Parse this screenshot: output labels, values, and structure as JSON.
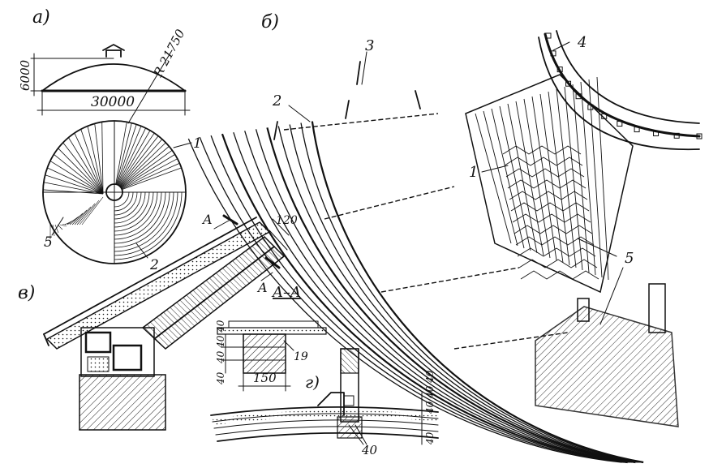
{
  "panel_labels": {
    "a": "а)",
    "b": "б)",
    "v": "в)",
    "g": "г)"
  },
  "dimensions": {
    "rise": "6000",
    "span": "30000",
    "radius": "R 21750",
    "rib_thickness": "120",
    "section_width": "150",
    "board_19": "19",
    "layers_left": "40 40 40",
    "layers_left_bottom": "40",
    "layers_right": "40 40 40",
    "layers_right_bottom": "40",
    "bolt_mark": "40"
  },
  "section_marks": {
    "a1": "A",
    "a2": "A",
    "section_title": "A–A"
  },
  "callouts": {
    "plan_1": "1",
    "plan_2": "2",
    "plan_5": "5",
    "det_1": "1",
    "det_2": "2",
    "det_3": "3",
    "det_4": "4",
    "det_5": "5"
  }
}
